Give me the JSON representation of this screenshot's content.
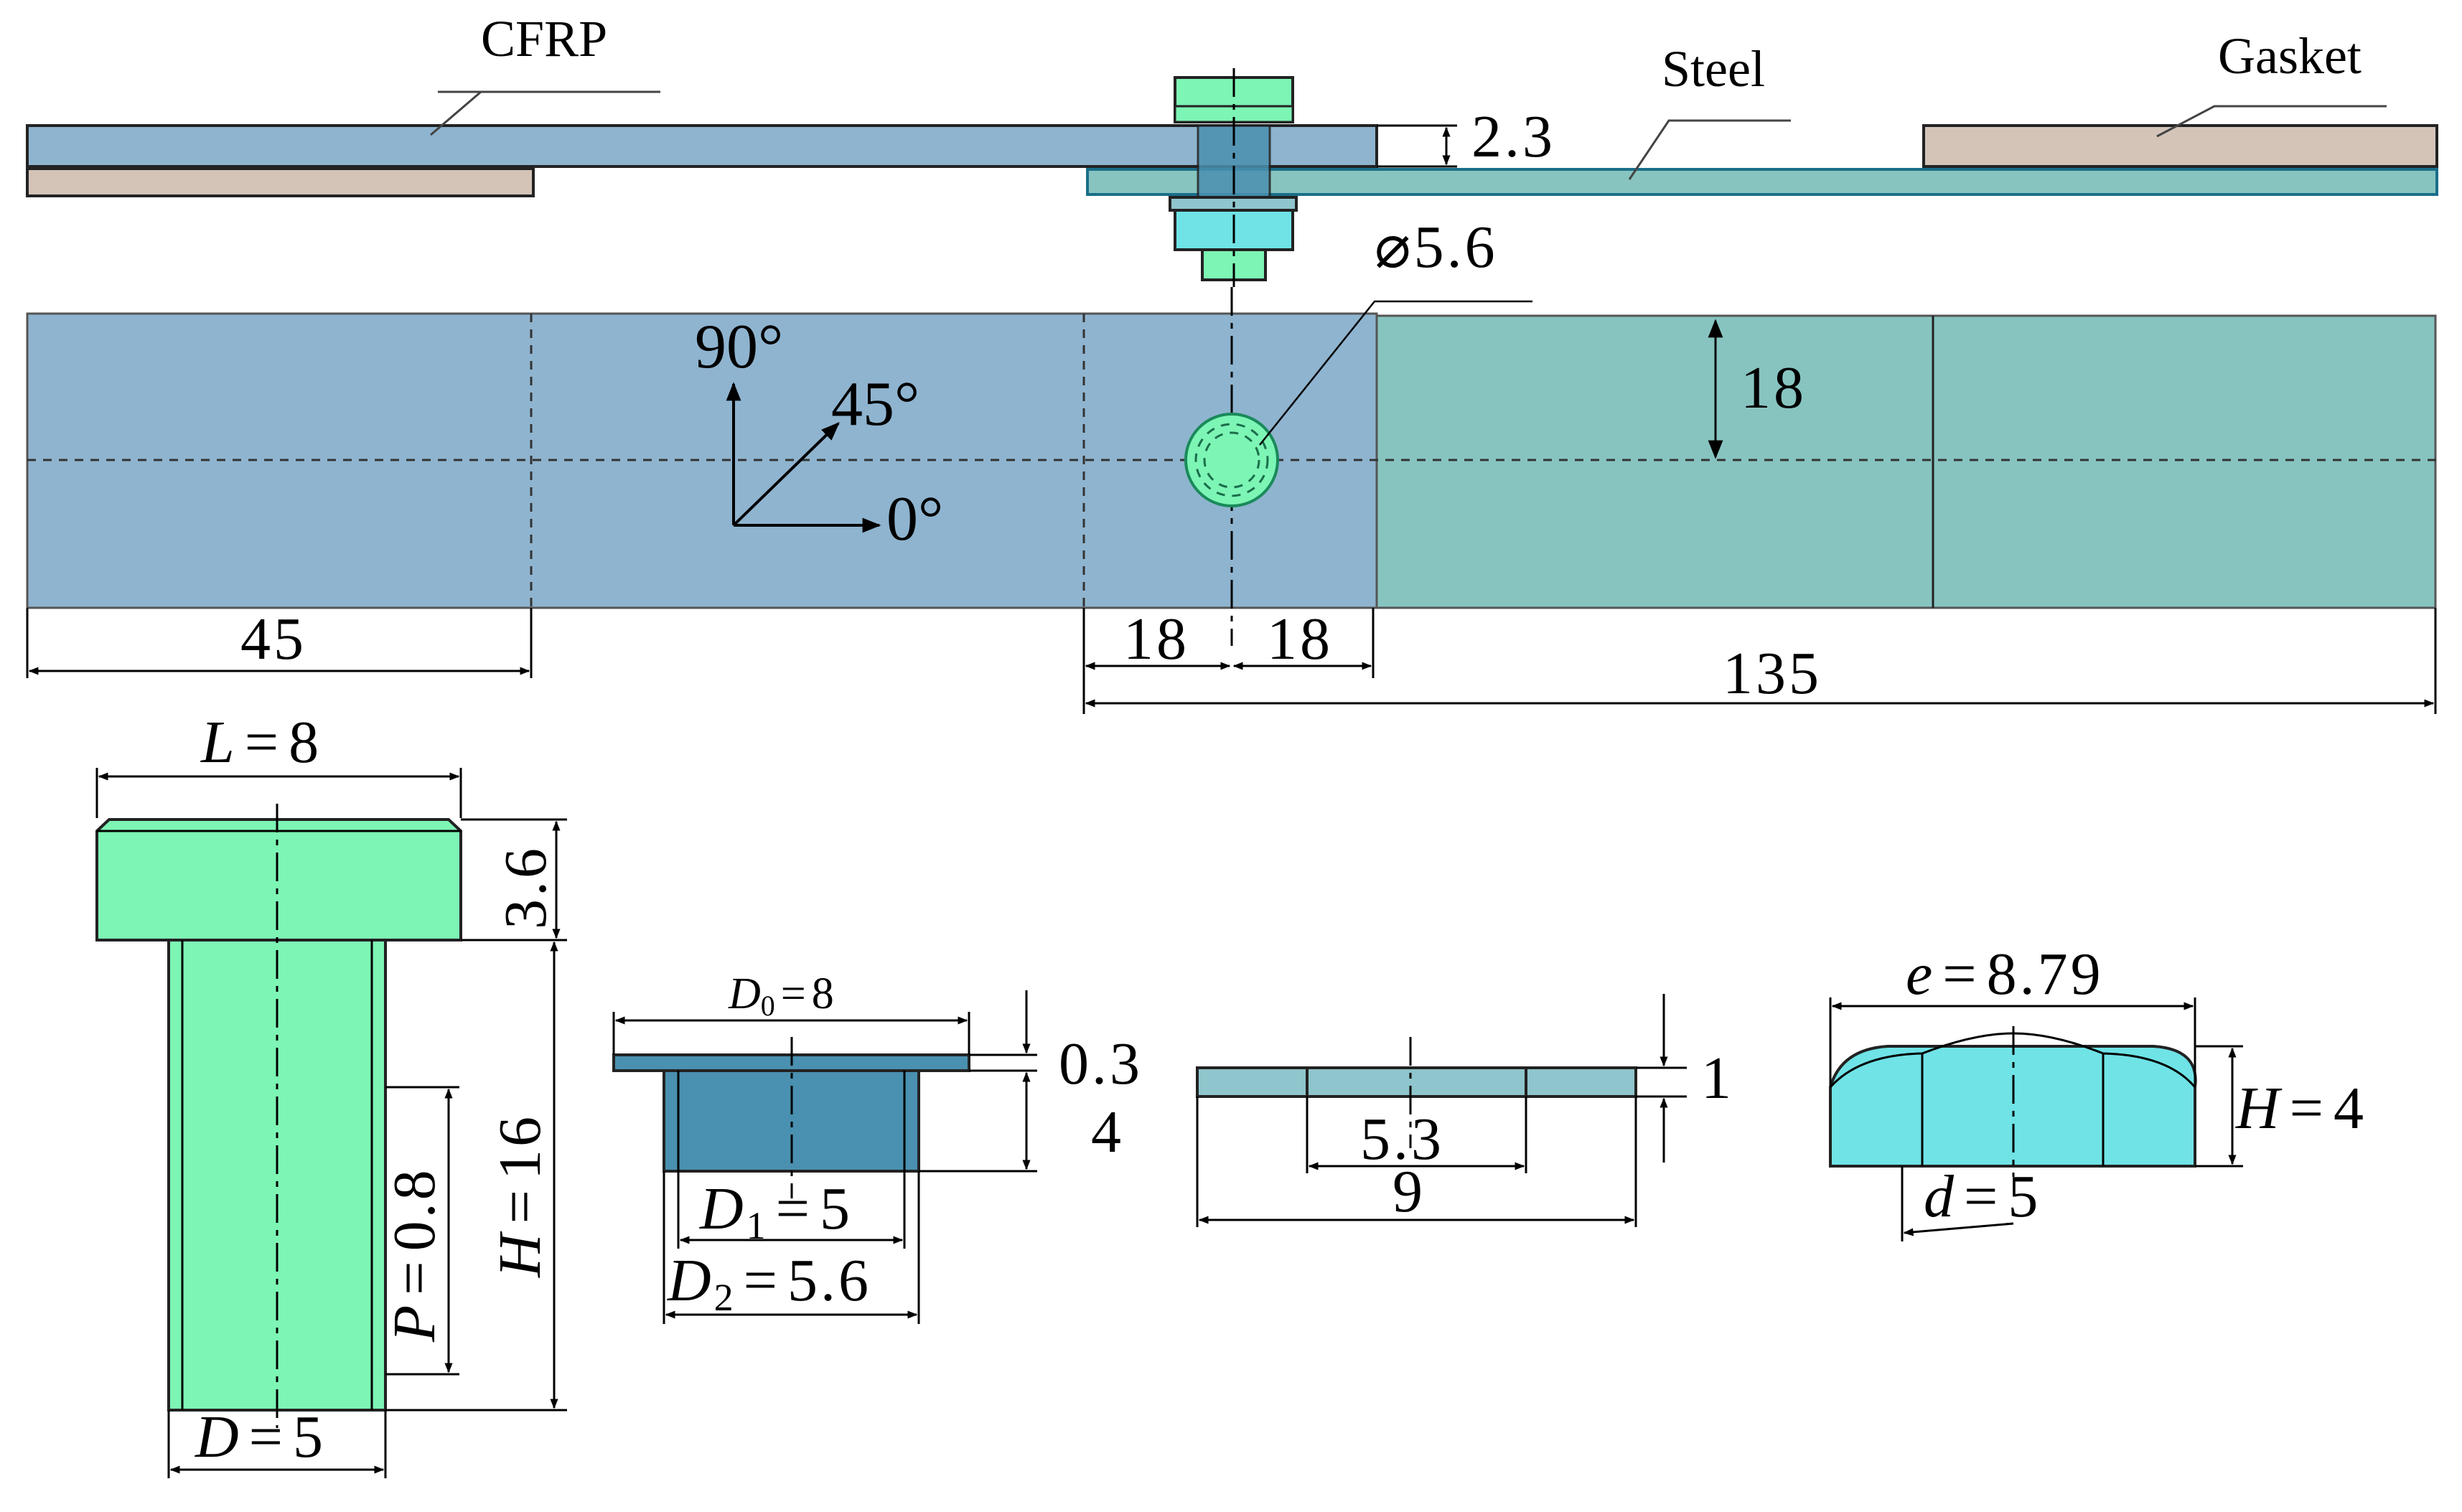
{
  "colors": {
    "cfrp": "#8fb4cf",
    "steel": "#87c4c0",
    "gasket": "#d4c4b8",
    "bolt": "#7df5b5",
    "nut": "#6fe3e6",
    "sleeve": "#4a90b0",
    "washer": "#8fc5cc"
  },
  "side_view": {
    "cfrp_label": "CFRP",
    "steel_label": "Steel",
    "gasket_label": "Gasket",
    "thickness": "2.3"
  },
  "plan_view": {
    "hole_diameter": "⌀5.6",
    "angle_90": "90°",
    "angle_45": "45°",
    "angle_0": "0°",
    "half_width": "18",
    "dim_45": "45",
    "dim_18_left": "18",
    "dim_18_right": "18",
    "dim_135": "135"
  },
  "bolt": {
    "L_var": "L",
    "L_val": "8",
    "head_height": "3.6",
    "P_var": "P",
    "P_val": "0.8",
    "H_var": "H",
    "H_val": "16",
    "D_var": "D",
    "D_val": "5",
    "eq": "="
  },
  "sleeve": {
    "D0_var": "D",
    "D0_sub": "0",
    "D0_val": "8",
    "flange_thk": "0.3",
    "height": "4",
    "D1_var": "D",
    "D1_sub": "1",
    "D1_val": "5",
    "D2_var": "D",
    "D2_sub": "2",
    "D2_val": "5.6",
    "eq": "="
  },
  "washer": {
    "thickness": "1",
    "inner": "5.3",
    "outer": "9"
  },
  "nut": {
    "e_var": "e",
    "e_val": "8.79",
    "H_var": "H",
    "H_val": "4",
    "d_var": "d",
    "d_val": "5",
    "eq": "="
  }
}
